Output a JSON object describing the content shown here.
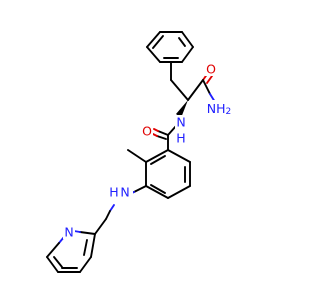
{
  "colors": {
    "bond": "#000000",
    "oxygen": "#e00000",
    "nitrogen": "#2020ff",
    "background": "#ffffff"
  },
  "labels": {
    "amide_o_top": "O",
    "amide_nh2": "NH",
    "amide_nh2_sub": "2",
    "amide_o_left": "O",
    "amide_nh": "N",
    "amide_nh_h": "H",
    "amine_nh": "N",
    "amine_nh_h": "H",
    "pyridine_n": "N"
  }
}
